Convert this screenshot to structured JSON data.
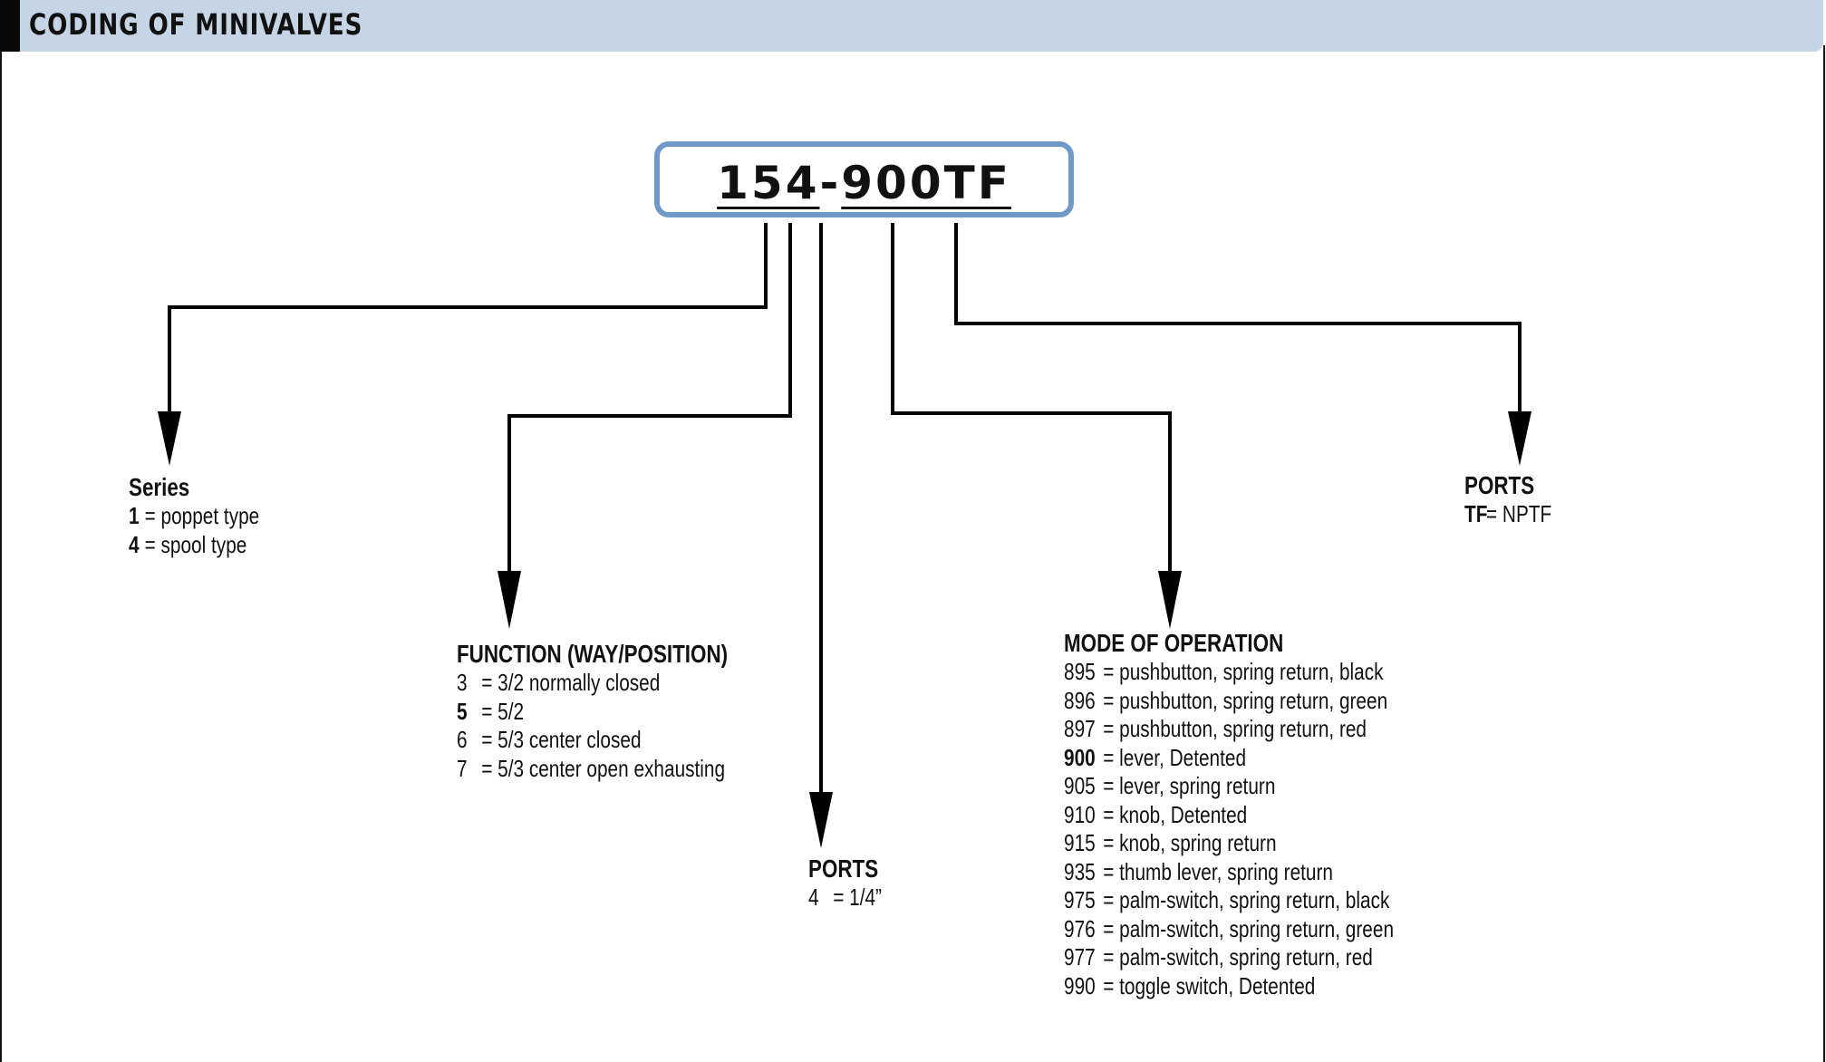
{
  "header": {
    "title": "CODING OF MINIVALVES"
  },
  "code": {
    "part1": "154",
    "separator": "-",
    "part2": "900TF"
  },
  "series": {
    "heading": "Series",
    "items": [
      {
        "code": "1",
        "desc": "= poppet type",
        "bold": true
      },
      {
        "code": "4",
        "desc": "= spool type",
        "bold": true
      }
    ]
  },
  "function": {
    "heading": "FUNCTION (WAY/POSITION)",
    "items": [
      {
        "code": "3",
        "desc": "= 3/2 normally closed",
        "bold": false
      },
      {
        "code": "5",
        "desc": "= 5/2",
        "bold": true
      },
      {
        "code": "6",
        "desc": "= 5/3 center closed",
        "bold": false
      },
      {
        "code": "7",
        "desc": "= 5/3 center open exhausting",
        "bold": false
      }
    ]
  },
  "ports_size": {
    "heading": "PORTS",
    "items": [
      {
        "code": "4",
        "desc": "= 1/4”",
        "bold": false
      }
    ]
  },
  "mode": {
    "heading": "MODE OF OPERATION",
    "items": [
      {
        "code": "895",
        "desc": "= pushbutton, spring return, black",
        "bold": false
      },
      {
        "code": "896",
        "desc": "= pushbutton, spring return, green",
        "bold": false
      },
      {
        "code": "897",
        "desc": "= pushbutton, spring return, red",
        "bold": false
      },
      {
        "code": "900",
        "desc": "= lever, Detented",
        "bold": true
      },
      {
        "code": "905",
        "desc": "= lever, spring return",
        "bold": false
      },
      {
        "code": "910",
        "desc": "= knob, Detented",
        "bold": false
      },
      {
        "code": "915",
        "desc": "= knob, spring return",
        "bold": false
      },
      {
        "code": "935",
        "desc": "= thumb lever, spring return",
        "bold": false
      },
      {
        "code": "975",
        "desc": "= palm-switch, spring return, black",
        "bold": false
      },
      {
        "code": "976",
        "desc": "= palm-switch, spring return, green",
        "bold": false
      },
      {
        "code": "977",
        "desc": "= palm-switch, spring return, red",
        "bold": false
      },
      {
        "code": "990",
        "desc": "= toggle switch, Detented",
        "bold": false
      }
    ]
  },
  "ports_thread": {
    "heading": "PORTS",
    "items": [
      {
        "code": "TF",
        "desc": "= NPTF",
        "bold": true
      }
    ]
  },
  "colors": {
    "header_band": "#c5d5e6",
    "code_box_border": "#6f9ac8",
    "line": "#000000"
  }
}
